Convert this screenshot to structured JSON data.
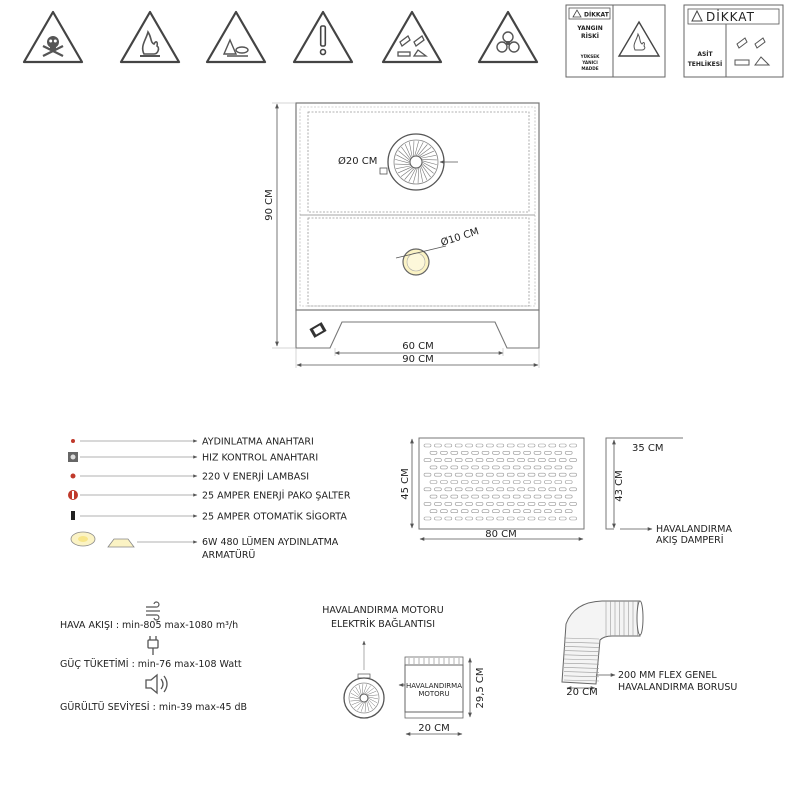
{
  "warning_signs": [
    {
      "icon": "skull-crossbones-icon"
    },
    {
      "icon": "flammable-flame-icon"
    },
    {
      "icon": "environmental-hazard-icon"
    },
    {
      "icon": "exclamation-icon"
    },
    {
      "icon": "corrosive-icon"
    },
    {
      "icon": "biohazard-icon"
    }
  ],
  "panel_fire": {
    "word": "DİKKAT",
    "line1": "YANGIN",
    "line2": "RİSKİ",
    "line3": "YÜKSEK",
    "line4": "YANICI",
    "line5": "MADDE"
  },
  "panel_acid": {
    "word": "DİKKAT",
    "line1": "ASİT",
    "line2": "TEHLİKESİ"
  },
  "front_view": {
    "height": "90 CM",
    "width": "90 CM",
    "base_width": "60 CM",
    "fan_large": "Ø20 CM",
    "fan_small": "Ø10 CM"
  },
  "legend": [
    {
      "icon": "indicator-dot-icon",
      "label": "AYDINLATMA ANAHTARI"
    },
    {
      "icon": "speed-knob-icon",
      "label": "HIZ KONTROL ANAHTARI"
    },
    {
      "icon": "power-lamp-icon",
      "label": "220 V ENERJİ LAMBASI"
    },
    {
      "icon": "pako-switch-icon",
      "label": "25 AMPER ENERJİ PAKO ŞALTER"
    },
    {
      "icon": "fuse-icon",
      "label": "25 AMPER OTOMATİK SİGORTA"
    },
    {
      "icon": "led-fixture-icon",
      "label1": "6W 480 LÜMEN AYDINLATMA",
      "label2": "ARMATÜRÜ"
    }
  ],
  "damper": {
    "height": "45 CM",
    "width": "80 CM",
    "side_depth": "35 CM",
    "side_height": "43 CM",
    "label1": "HAVALANDIRMA",
    "label2": "AKIŞ DAMPERİ"
  },
  "specs": [
    {
      "icon": "airflow-icon",
      "text": "HAVA AKIŞI : min-805 max-1080 m³/h"
    },
    {
      "icon": "power-plug-icon",
      "text": "GÜÇ TÜKETİMİ : min-76 max-108 Watt"
    },
    {
      "icon": "speaker-icon",
      "text": "GÜRÜLTÜ SEVİYESİ : min-39 max-45 dB"
    }
  ],
  "motor": {
    "title1": "HAVALANDIRMA MOTORU",
    "title2": "ELEKTRİK BAĞLANTISI",
    "box1": "HAVALANDIRMA",
    "box2": "MOTORU",
    "height": "29,5 CM",
    "width": "20 CM"
  },
  "duct": {
    "width": "20 CM",
    "label1": "200 MM FLEX GENEL",
    "label2": "HAVALANDIRMA BORUSU"
  }
}
